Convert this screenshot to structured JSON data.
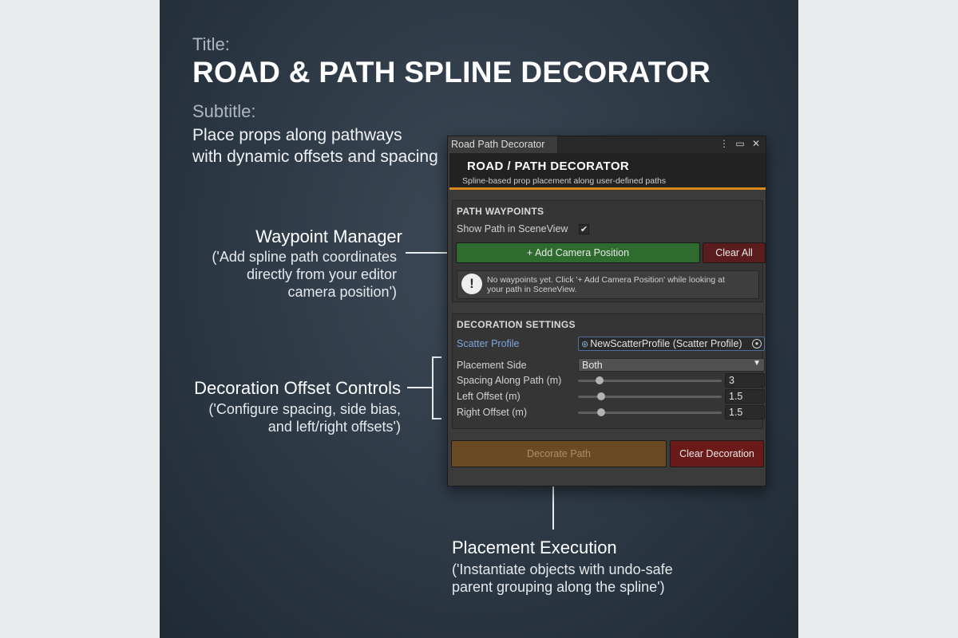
{
  "page": {
    "title_label": "Title:",
    "title": "ROAD & PATH SPLINE DECORATOR",
    "subtitle_label": "Subtitle:",
    "subtitle_line1": "Place props along pathways",
    "subtitle_line2": "with dynamic offsets and spacing"
  },
  "callouts": {
    "waypoint": {
      "title": "Waypoint Manager",
      "desc1": "('Add spline path coordinates",
      "desc2": "directly from your editor",
      "desc3": "camera position')"
    },
    "offset": {
      "title": "Decoration Offset Controls",
      "desc1": "('Configure spacing, side bias,",
      "desc2": "and left/right offsets')"
    },
    "execution": {
      "title": "Placement Execution",
      "desc1": "('Instantiate objects with undo-safe",
      "desc2": "parent grouping along the spline')"
    }
  },
  "window": {
    "tab_title": "Road Path Decorator",
    "icons": [
      "more-icon",
      "maximize-icon",
      "close-icon"
    ],
    "header_title": "ROAD / PATH DECORATOR",
    "header_subtitle": "Spline-based prop placement along user-defined paths",
    "accent_color": "#d98a1c"
  },
  "waypoints": {
    "section_title": "PATH WAYPOINTS",
    "show_path_label": "Show Path in SceneView",
    "show_path_checked": true,
    "check_glyph": "✔",
    "add_camera_label": "+ Add Camera Position",
    "clear_all_label": "Clear All",
    "help_glyph": "!",
    "help_line1": "No waypoints yet. Click '+ Add Camera Position' while looking at",
    "help_line2": "your path in SceneView."
  },
  "decoration": {
    "section_title": "DECORATION SETTINGS",
    "scatter_profile_label": "Scatter Profile",
    "scatter_profile_value": "NewScatterProfile (Scatter Profile)",
    "placement_side_label": "Placement Side",
    "placement_side_value": "Both",
    "dropdown_arrow": "▼",
    "spacing_label": "Spacing Along Path (m)",
    "spacing_value": "3",
    "spacing_fraction": 0.15,
    "left_offset_label": "Left Offset (m)",
    "left_offset_value": "1.5",
    "left_offset_fraction": 0.16,
    "right_offset_label": "Right Offset (m)",
    "right_offset_value": "1.5",
    "right_offset_fraction": 0.16
  },
  "actions": {
    "decorate_label": "Decorate Path",
    "clear_decoration_label": "Clear Decoration"
  }
}
